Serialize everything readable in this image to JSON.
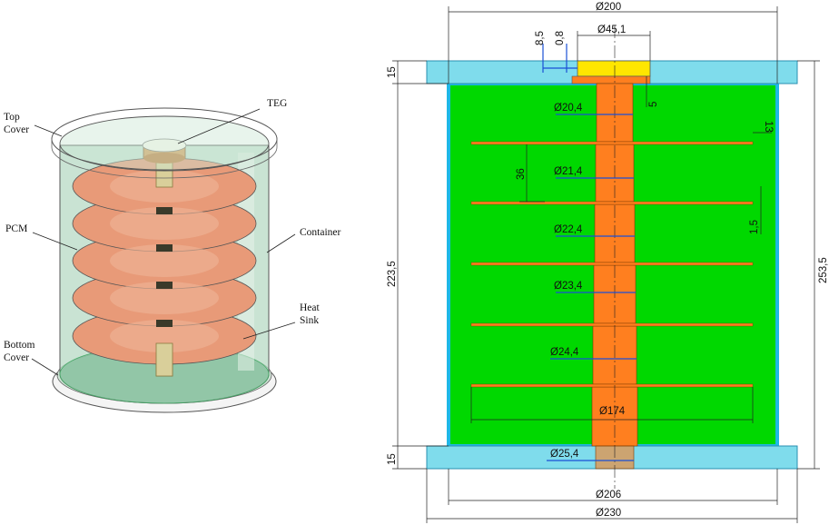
{
  "left_labels": {
    "teg": "TEG",
    "top_cover": [
      "Top",
      "Cover"
    ],
    "container": "Container",
    "pcm": "PCM",
    "heat_sink": [
      "Heat",
      "Sink"
    ],
    "bottom_cover": [
      "Bottom",
      "Cover"
    ]
  },
  "dimensions": {
    "top_width": "Ø200",
    "d_8_5": "8,5",
    "d_0_8": "0,8",
    "teg_dia": "Ø45,1",
    "cover_top_h": "15",
    "d_5": "5",
    "fin_13": "13",
    "rod_1": "Ø20,4",
    "spacing_36": "36",
    "rod_2": "Ø21,4",
    "fin_thick": "1,5",
    "rod_3": "Ø22,4",
    "height_223_5": "223,5",
    "height_253_5": "253,5",
    "rod_4": "Ø23,4",
    "rod_5": "Ø24,4",
    "fin_dia": "Ø174",
    "cover_bot_h": "15",
    "rod_6": "Ø25,4",
    "container_dia": "Ø206",
    "overall_dia": "Ø230"
  },
  "colors": {
    "pcm_green": "#00d800",
    "cover_cyan": "#7fdcec",
    "rod_orange": "#ff7f1f",
    "teg_yellow": "#ffe600",
    "container_blue": "#1eb8e6"
  }
}
